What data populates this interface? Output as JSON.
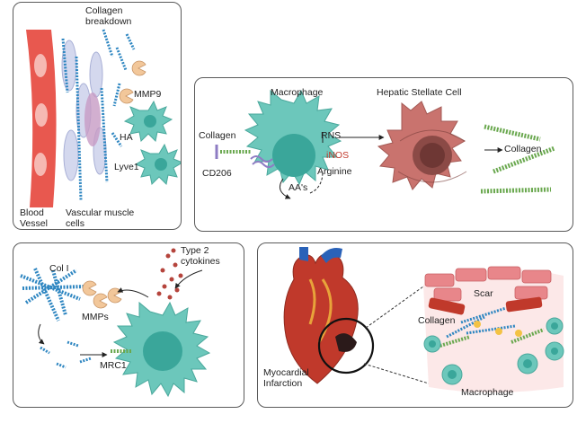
{
  "panel_a": {
    "collagen_breakdown": "Collagen breakdown",
    "mmp9": "MMP9",
    "ha": "HA",
    "lyve1": "Lyve1",
    "blood_vessel": "Blood Vessel",
    "vascular_muscle_cells": "Vascular muscle cells"
  },
  "panel_b": {
    "macrophage": "Macrophage",
    "hepatic_stellate_cell": "Hepatic Stellate Cell",
    "collagen_left": "Collagen",
    "cd206": "CD206",
    "rns": "RNS",
    "inos": "iNOS",
    "arginine": "Arginine",
    "aas": "AA's",
    "collagen_right": "Collagen"
  },
  "panel_c": {
    "type2_cytokines": "Type 2 cytokines",
    "col1": "Col I",
    "mmps": "MMPs",
    "mrc1": "MRC1"
  },
  "panel_d": {
    "scar": "Scar",
    "collagen": "Collagen",
    "myocardial_infarction": "Myocardial Infarction",
    "macrophage": "Macrophage"
  },
  "colors": {
    "macrophage": "#6cc7bb",
    "nucleus": "#3aa69a",
    "stellate": "#c9736e",
    "vessel": "#e8584f",
    "collagen": "#2e86c1"
  }
}
